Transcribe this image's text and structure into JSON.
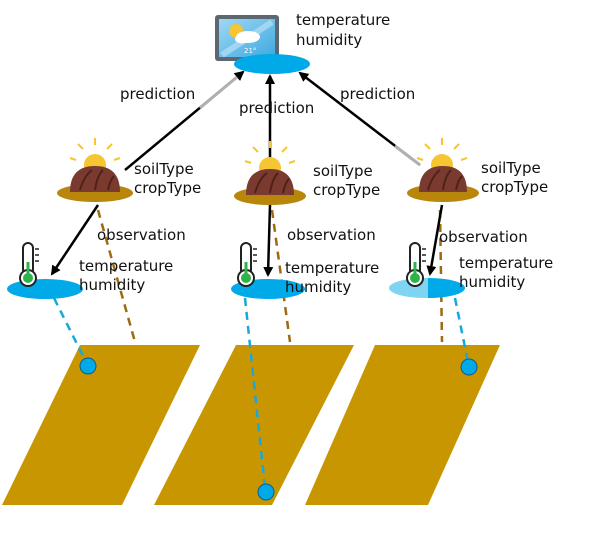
{
  "colors": {
    "field": "#C89600",
    "sensor_disc": "#00A9E8",
    "sensor_disc_light": "#7FD4F2",
    "soil": "#7A3A30",
    "soil_base": "#B8860B",
    "sun": "#F6C531",
    "link_blue": "#1AA7D8",
    "link_brown": "#9C6A10",
    "arrow": "#000000"
  },
  "forecast": {
    "icon": "weather-monitor-icon",
    "reading": "21°",
    "labels": [
      "temperature",
      "humidity"
    ]
  },
  "prediction_label": "prediction",
  "observation_label": "observation",
  "nodes": [
    {
      "id": "left",
      "field_labels": [
        "soilType",
        "cropType"
      ],
      "sensor_labels": [
        "temperature",
        "humidity"
      ]
    },
    {
      "id": "middle",
      "field_labels": [
        "soilType",
        "cropType"
      ],
      "sensor_labels": [
        "temperature",
        "humidity"
      ]
    },
    {
      "id": "right",
      "field_labels": [
        "soilType",
        "cropType"
      ],
      "sensor_labels": [
        "temperature",
        "humidity"
      ]
    }
  ]
}
